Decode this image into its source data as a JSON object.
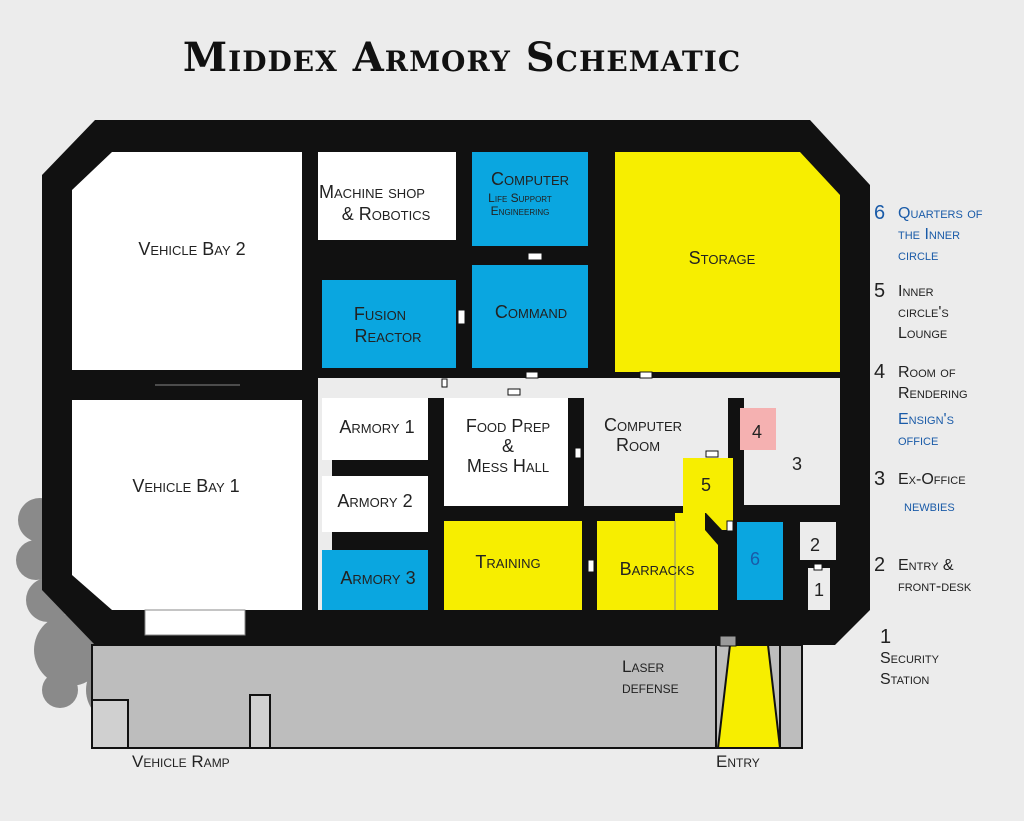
{
  "title": "Middex Armory Schematic",
  "colors": {
    "wall": "#111111",
    "blue": "#0aa6e0",
    "yellow": "#f7ee00",
    "pink": "#f5b1b1",
    "floor": "#ffffff",
    "grey": "#bdbdbd",
    "smoke": "#8a8a8a"
  },
  "rooms": {
    "vehicle_bay_2": "Vehicle Bay 2",
    "vehicle_bay_1": "Vehicle Bay 1",
    "machine_shop": [
      "Machine shop",
      "& Robotics"
    ],
    "computer_sub": [
      "Computer",
      "Life Support",
      "Engineering"
    ],
    "fusion_reactor": [
      "Fusion",
      "Reactor"
    ],
    "command": "Command",
    "storage": "Storage",
    "armory_1": "Armory 1",
    "armory_2": "Armory 2",
    "armory_3": "Armory 3",
    "food_prep": [
      "Food Prep",
      "&",
      "Mess Hall"
    ],
    "computer_room": [
      "Computer",
      "Room"
    ],
    "training": "Training",
    "barracks": "Barracks",
    "room_1": "1",
    "room_2": "2",
    "room_3": "3",
    "room_4": "4",
    "room_5": "5",
    "room_6": "6"
  },
  "legend": [
    {
      "num": "6",
      "text": [
        "Quarters of",
        "the Inner",
        "circle"
      ]
    },
    {
      "num": "5",
      "text": [
        "Inner",
        "circle's",
        "Lounge"
      ]
    },
    {
      "num": "4",
      "text": [
        "Room of",
        "Rendering"
      ],
      "extra": [
        "Ensign's",
        "office"
      ]
    },
    {
      "num": "3",
      "text": [
        "Ex-Office"
      ],
      "extra": [
        "newbies"
      ]
    },
    {
      "num": "2",
      "text": [
        "Entry &",
        "front-desk"
      ]
    },
    {
      "num": "1",
      "text": [
        "Security",
        "Station"
      ]
    }
  ],
  "outside": {
    "laser_defense": [
      "Laser",
      "defense"
    ],
    "vehicle_ramp": "Vehicle Ramp",
    "entry": "Entry"
  }
}
